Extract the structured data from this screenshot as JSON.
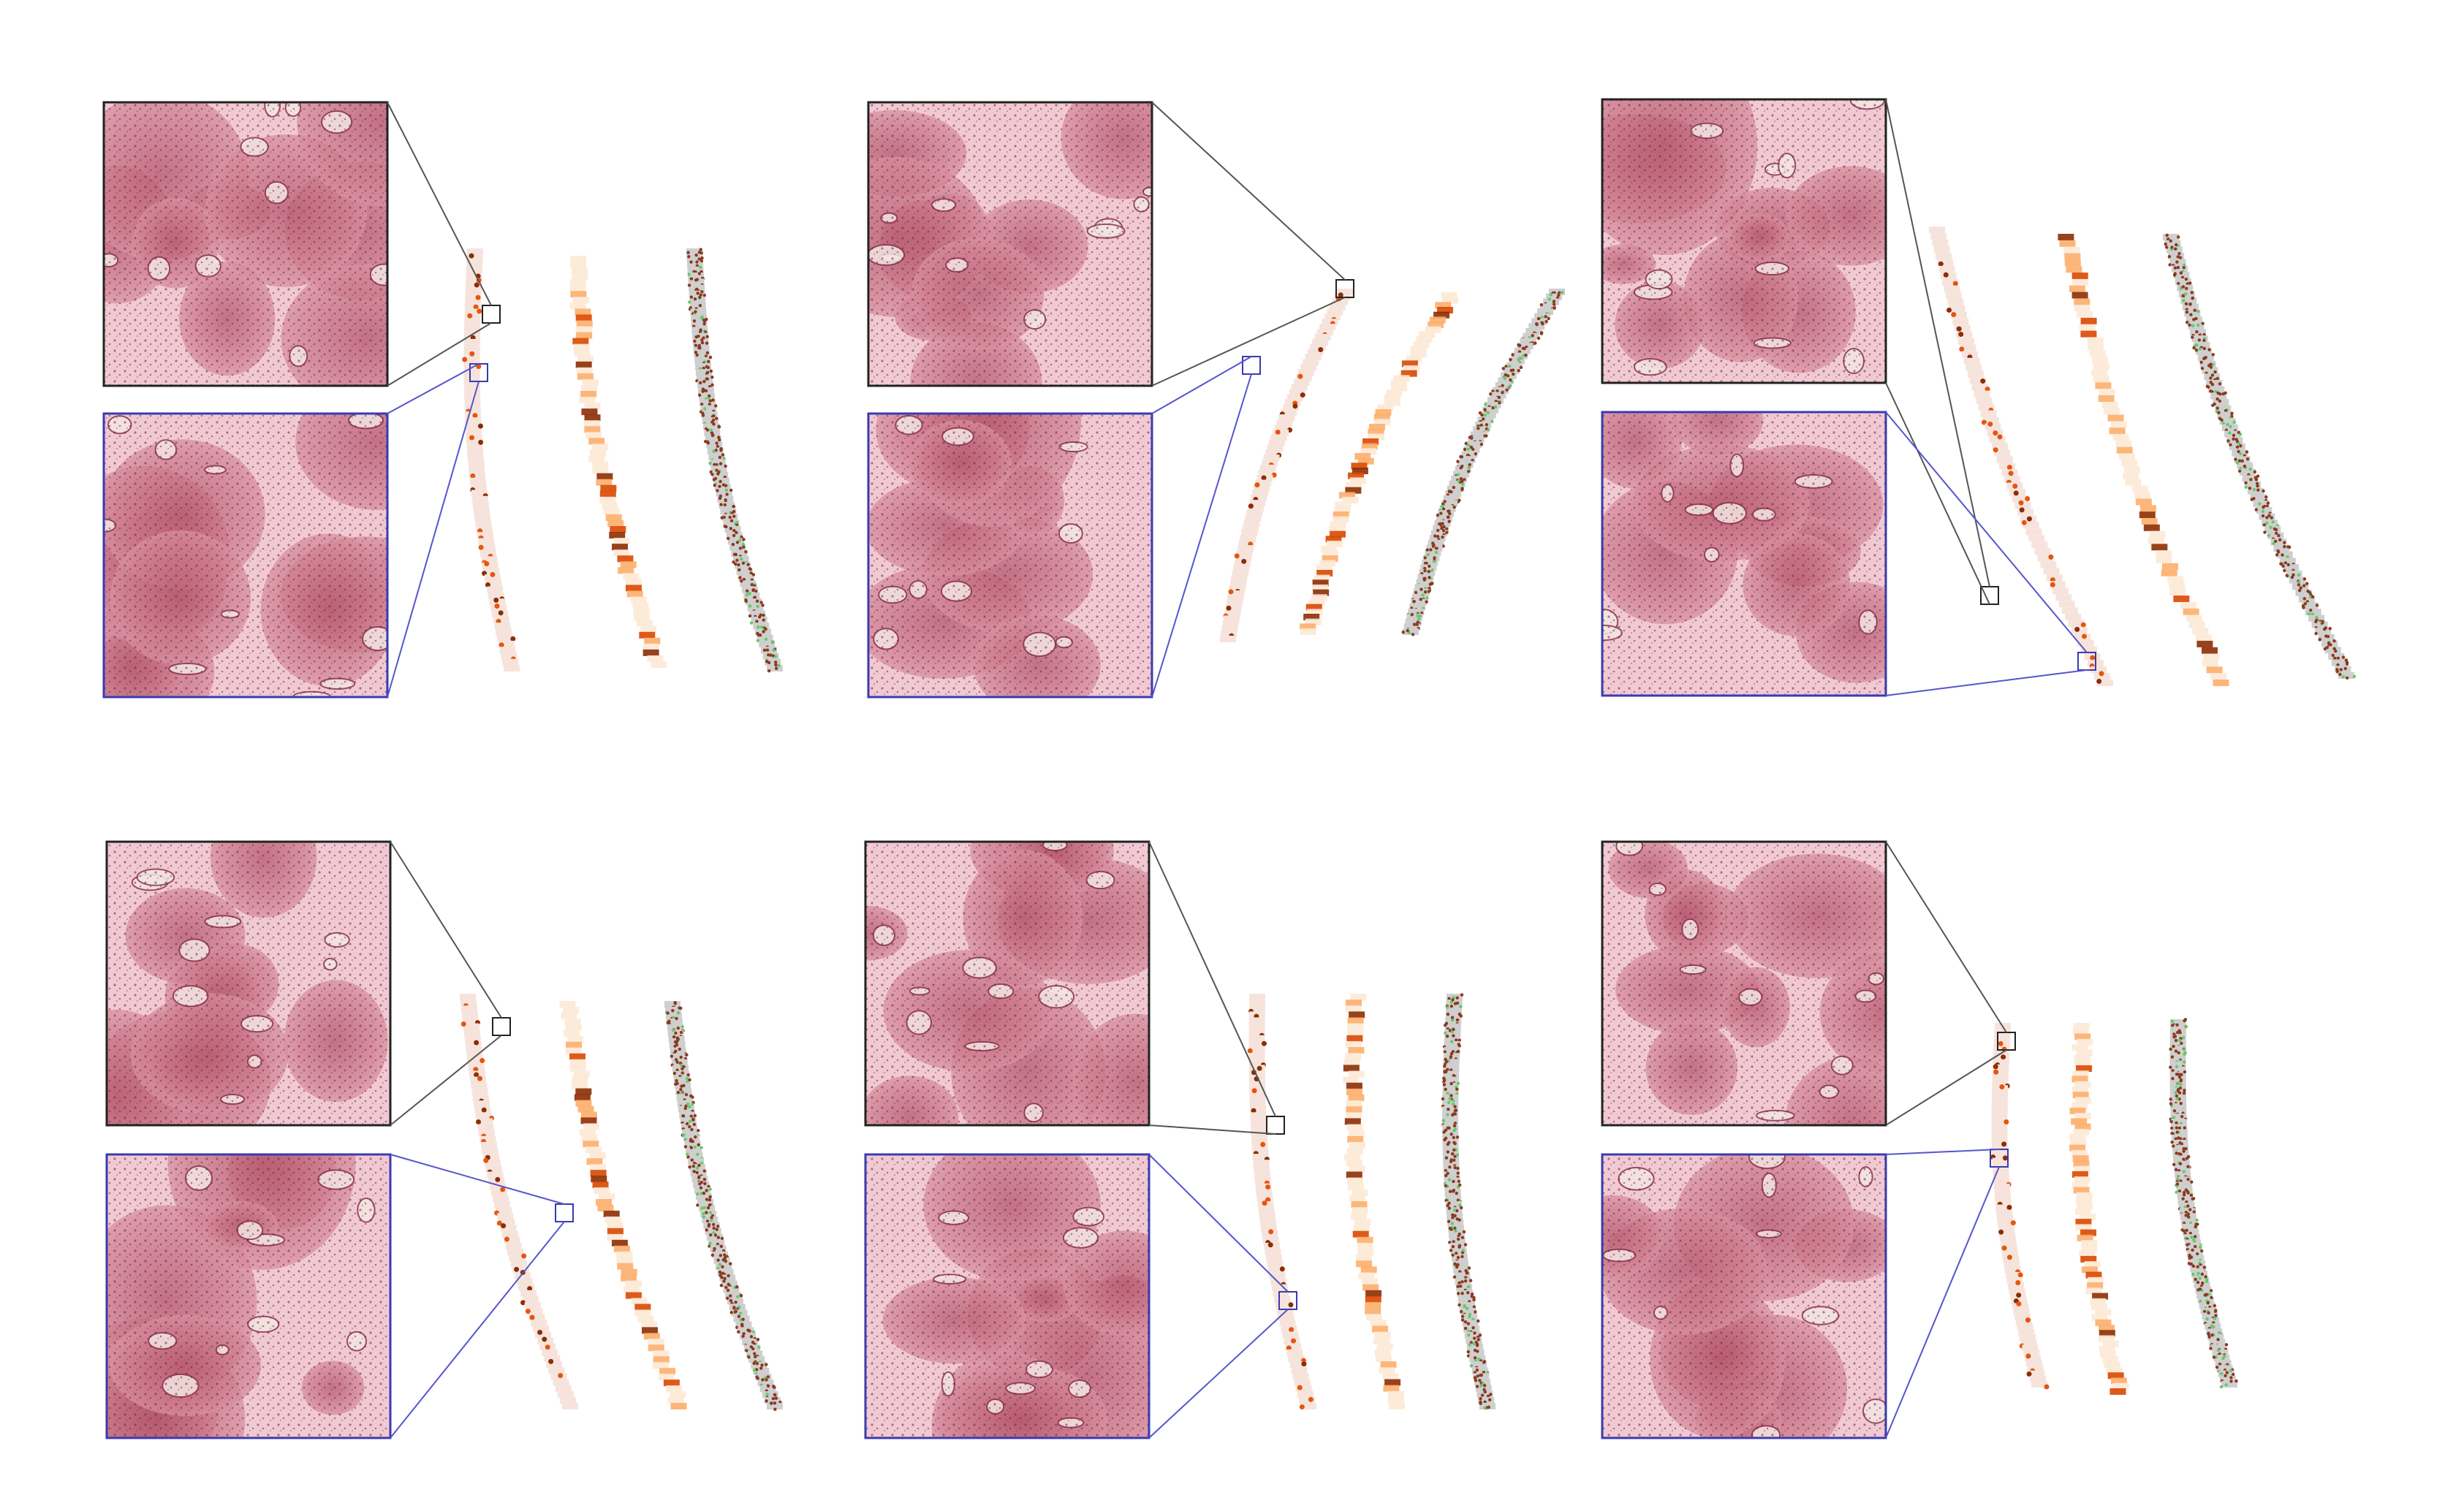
{
  "figure": {
    "panel_count": 6,
    "panels": [
      {
        "id": "panel-1",
        "row": 1,
        "column": 1
      },
      {
        "id": "panel-2",
        "row": 1,
        "column": 2
      },
      {
        "id": "panel-3",
        "row": 1,
        "column": 3
      },
      {
        "id": "panel-4",
        "row": 2,
        "column": 1
      },
      {
        "id": "panel-5",
        "row": 2,
        "column": 2
      },
      {
        "id": "panel-6",
        "row": 2,
        "column": 3
      }
    ],
    "strips_per_panel": [
      "tissue-overlay-strip",
      "heatmap-strip",
      "cell-segmentation-strip"
    ],
    "colors": {
      "background": "#ffffff",
      "tissue_stain": "#e8a0b0",
      "tissue_dark": "#a84a5e",
      "heatmap_low": "#fde9d6",
      "heatmap_high": "#8c2d04",
      "cell_brown": "#8a3a1e",
      "cell_green": "#66c96a",
      "tissue_gray": "#cfcfcf",
      "inset_border_top": "#222222",
      "inset_border_bottom": "#3a3ab0",
      "connector_top": "#555555",
      "connector_bottom": "#5555cc"
    }
  }
}
